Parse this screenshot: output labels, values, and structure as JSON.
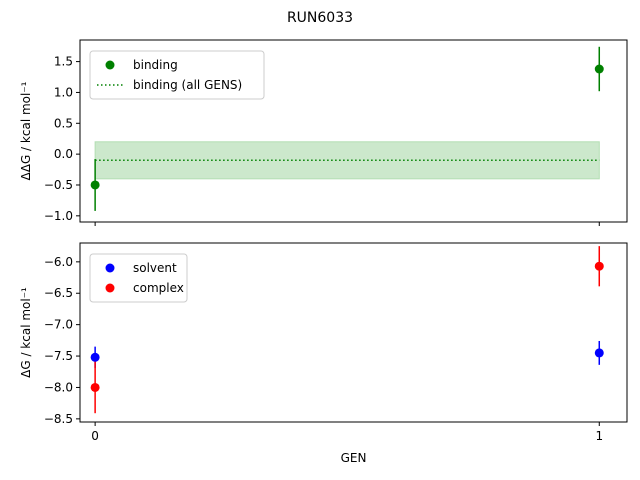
{
  "figure_title": "RUN6033",
  "chart_data": [
    {
      "type": "scatter",
      "panel": "top",
      "ylabel": "ΔΔG / kcal mol⁻¹",
      "xlabel": "",
      "xlim": [
        -0.03,
        1.055
      ],
      "ylim": [
        -1.1,
        1.85
      ],
      "yticks": [
        -1.0,
        -0.5,
        0.0,
        0.5,
        1.0,
        1.5
      ],
      "ytick_labels": [
        "−1.0",
        "−0.5",
        "0.0",
        "0.5",
        "1.0",
        "1.5"
      ],
      "xticks": [
        0,
        1
      ],
      "show_xtick_labels": false,
      "grid": false,
      "legend_position": "upper left",
      "series": [
        {
          "name": "binding",
          "color": "#008000",
          "x": [
            0,
            1
          ],
          "y": [
            -0.5,
            1.38
          ],
          "yerr": [
            0.42,
            0.36
          ]
        }
      ],
      "hline": {
        "name": "binding (all GENS)",
        "y": -0.1,
        "x_range": [
          0,
          1
        ],
        "band": [
          -0.4,
          0.2
        ],
        "color": "#008000",
        "band_color": "#cce8cc",
        "band_edge": "#b3deb3",
        "style": "dotted"
      },
      "legend": [
        {
          "label": "binding",
          "kind": "marker",
          "color": "#008000"
        },
        {
          "label": "binding (all GENS)",
          "kind": "dotted-line",
          "color": "#008000"
        }
      ]
    },
    {
      "type": "scatter",
      "panel": "bottom",
      "ylabel": "ΔG / kcal mol⁻¹",
      "xlabel": "GEN",
      "xlim": [
        -0.03,
        1.055
      ],
      "ylim": [
        -8.55,
        -5.7
      ],
      "yticks": [
        -8.5,
        -8.0,
        -7.5,
        -7.0,
        -6.5,
        -6.0
      ],
      "ytick_labels": [
        "−8.5",
        "−8.0",
        "−7.5",
        "−7.0",
        "−6.5",
        "−6.0"
      ],
      "xticks": [
        0,
        1
      ],
      "xtick_labels": [
        "0",
        "1"
      ],
      "show_xtick_labels": true,
      "grid": false,
      "legend_position": "upper left",
      "series": [
        {
          "name": "solvent",
          "color": "#0000ff",
          "x": [
            0,
            1
          ],
          "y": [
            -7.52,
            -7.45
          ],
          "yerr": [
            0.17,
            0.19
          ]
        },
        {
          "name": "complex",
          "color": "#ff0000",
          "x": [
            0,
            1
          ],
          "y": [
            -8.0,
            -6.07
          ],
          "yerr": [
            0.41,
            0.32
          ]
        }
      ],
      "legend": [
        {
          "label": "solvent",
          "kind": "marker",
          "color": "#0000ff"
        },
        {
          "label": "complex",
          "kind": "marker",
          "color": "#ff0000"
        }
      ]
    }
  ]
}
